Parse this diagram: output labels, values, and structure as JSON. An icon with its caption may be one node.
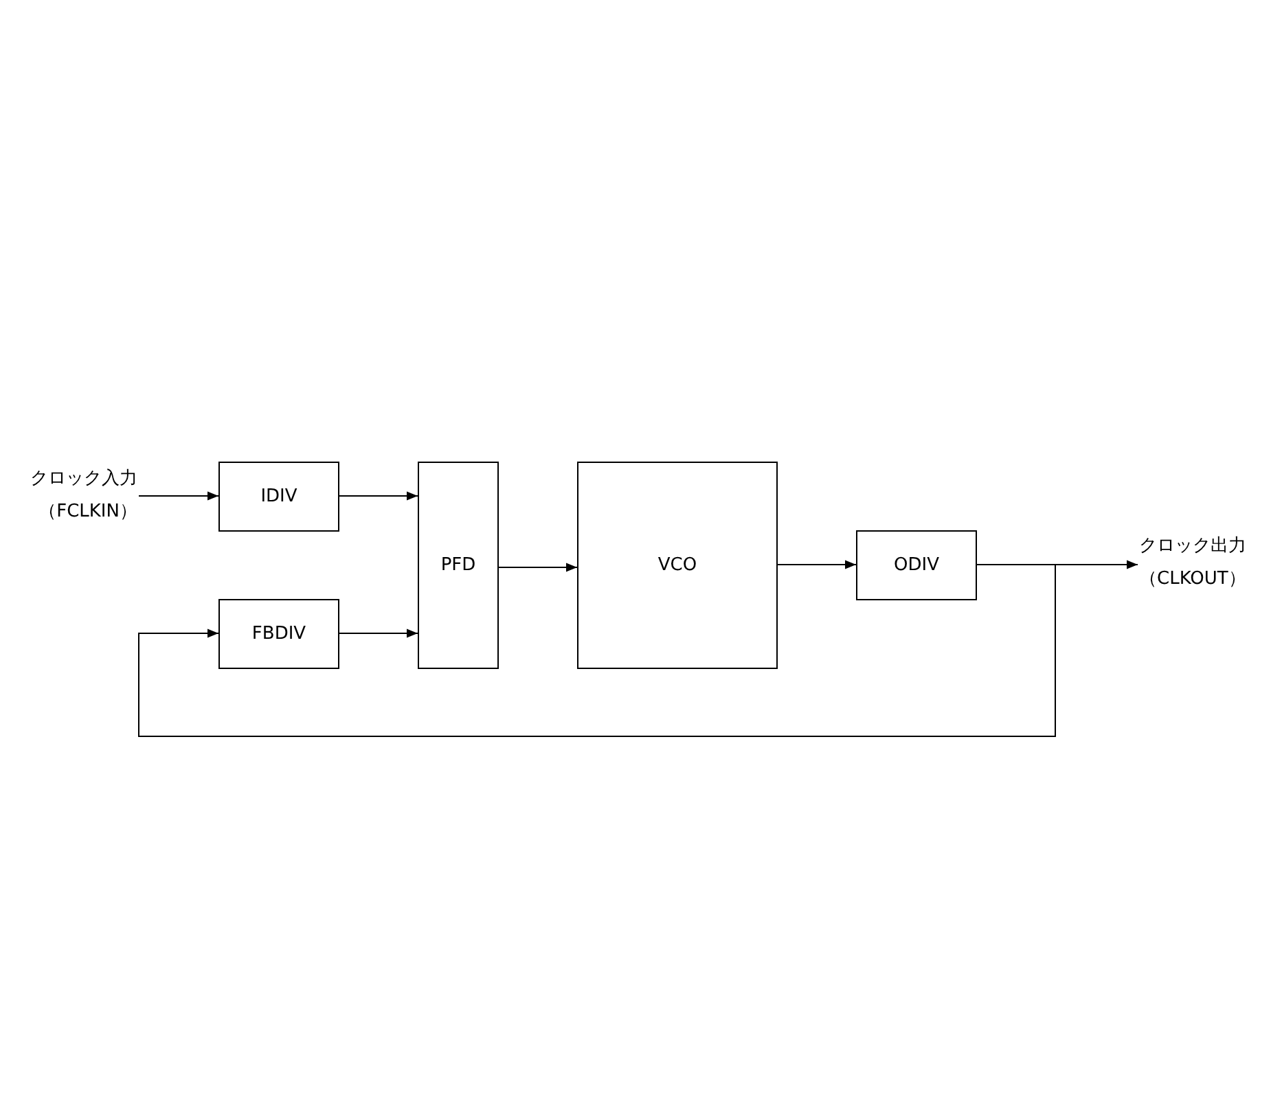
{
  "diagram": {
    "nodes": [
      {
        "text": [
          "クロック入力",
          "（FCLKIN）"
        ]
      },
      {
        "text": [
          "IDIV"
        ]
      },
      {
        "text": [
          "FBDIV"
        ]
      },
      {
        "text": [
          "PFD"
        ]
      },
      {
        "text": [
          "VCO"
        ]
      },
      {
        "text": [
          "ODIV"
        ]
      },
      {
        "text": [
          "クロック出力",
          "（CLKOUT）"
        ]
      }
    ],
    "edges": [
      {
        "from": 0,
        "to": 1,
        "arrow": "to"
      },
      {
        "from": 1,
        "to": 3,
        "arrow": "to"
      },
      {
        "from": 2,
        "to": 3,
        "arrow": "to"
      },
      {
        "from": 3,
        "to": 4,
        "arrow": "to"
      },
      {
        "from": 4,
        "to": 5,
        "arrow": "to"
      },
      {
        "from": 5,
        "to": 6,
        "arrow": "to"
      },
      {
        "from": 5,
        "to": 2,
        "arrow": "to"
      }
    ]
  }
}
